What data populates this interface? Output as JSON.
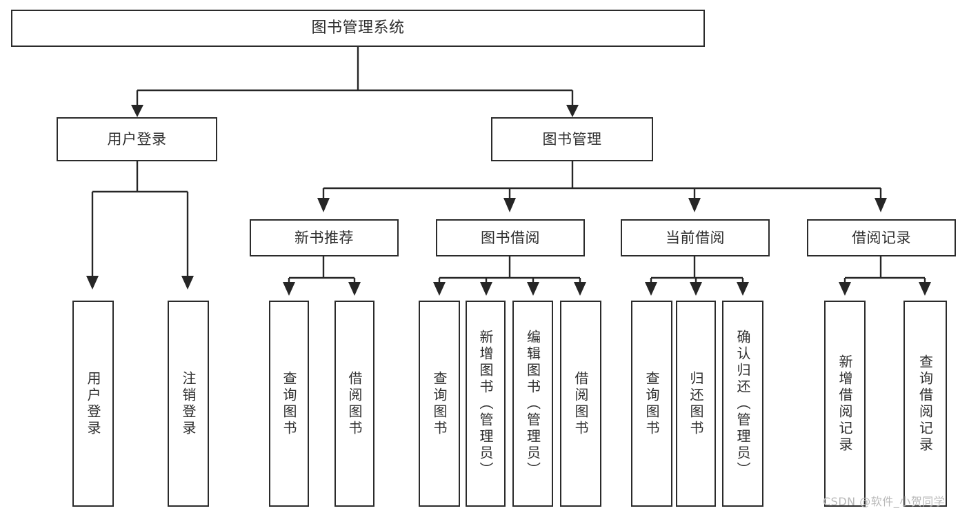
{
  "diagram": {
    "title": "图书管理系统",
    "type": "tree",
    "root": {
      "id": "root",
      "label": "图书管理系统"
    },
    "level2": [
      {
        "id": "user-login",
        "label": "用户登录"
      },
      {
        "id": "book-manage",
        "label": "图书管理"
      }
    ],
    "level3": [
      {
        "id": "new-book-rec",
        "label": "新书推荐",
        "parent": "book-manage"
      },
      {
        "id": "book-borrow",
        "label": "图书借阅",
        "parent": "book-manage"
      },
      {
        "id": "current-borrow",
        "label": "当前借阅",
        "parent": "book-manage"
      },
      {
        "id": "borrow-record",
        "label": "借阅记录",
        "parent": "book-manage"
      }
    ],
    "leaves": [
      {
        "id": "leaf-user-login",
        "label": "用户登录",
        "parent": "user-login"
      },
      {
        "id": "leaf-user-logout",
        "label": "注销登录",
        "parent": "user-login"
      },
      {
        "id": "leaf-query-book-1",
        "label": "查询图书",
        "parent": "new-book-rec"
      },
      {
        "id": "leaf-borrow-book-1",
        "label": "借阅图书",
        "parent": "new-book-rec"
      },
      {
        "id": "leaf-query-book-2",
        "label": "查询图书",
        "parent": "book-borrow"
      },
      {
        "id": "leaf-add-book",
        "label": "新增图书（管理员）",
        "parent": "book-borrow"
      },
      {
        "id": "leaf-edit-book",
        "label": "编辑图书（管理员）",
        "parent": "book-borrow"
      },
      {
        "id": "leaf-borrow-book-2",
        "label": "借阅图书",
        "parent": "book-borrow"
      },
      {
        "id": "leaf-query-book-3",
        "label": "查询图书",
        "parent": "current-borrow"
      },
      {
        "id": "leaf-return-book",
        "label": "归还图书",
        "parent": "current-borrow"
      },
      {
        "id": "leaf-confirm-return",
        "label": "确认归还（管理员）",
        "parent": "current-borrow"
      },
      {
        "id": "leaf-add-record",
        "label": "新增借阅记录",
        "parent": "borrow-record"
      },
      {
        "id": "leaf-query-record",
        "label": "查询借阅记录",
        "parent": "borrow-record"
      }
    ]
  },
  "watermark": {
    "text": "CSDN @软件_小贺同学"
  },
  "colors": {
    "line": "#262626",
    "box_border": "#2b2b2b",
    "box_fill": "#ffffff",
    "text": "#2e2e2e",
    "watermark": "#b9b9b9",
    "background": "#ffffff"
  }
}
